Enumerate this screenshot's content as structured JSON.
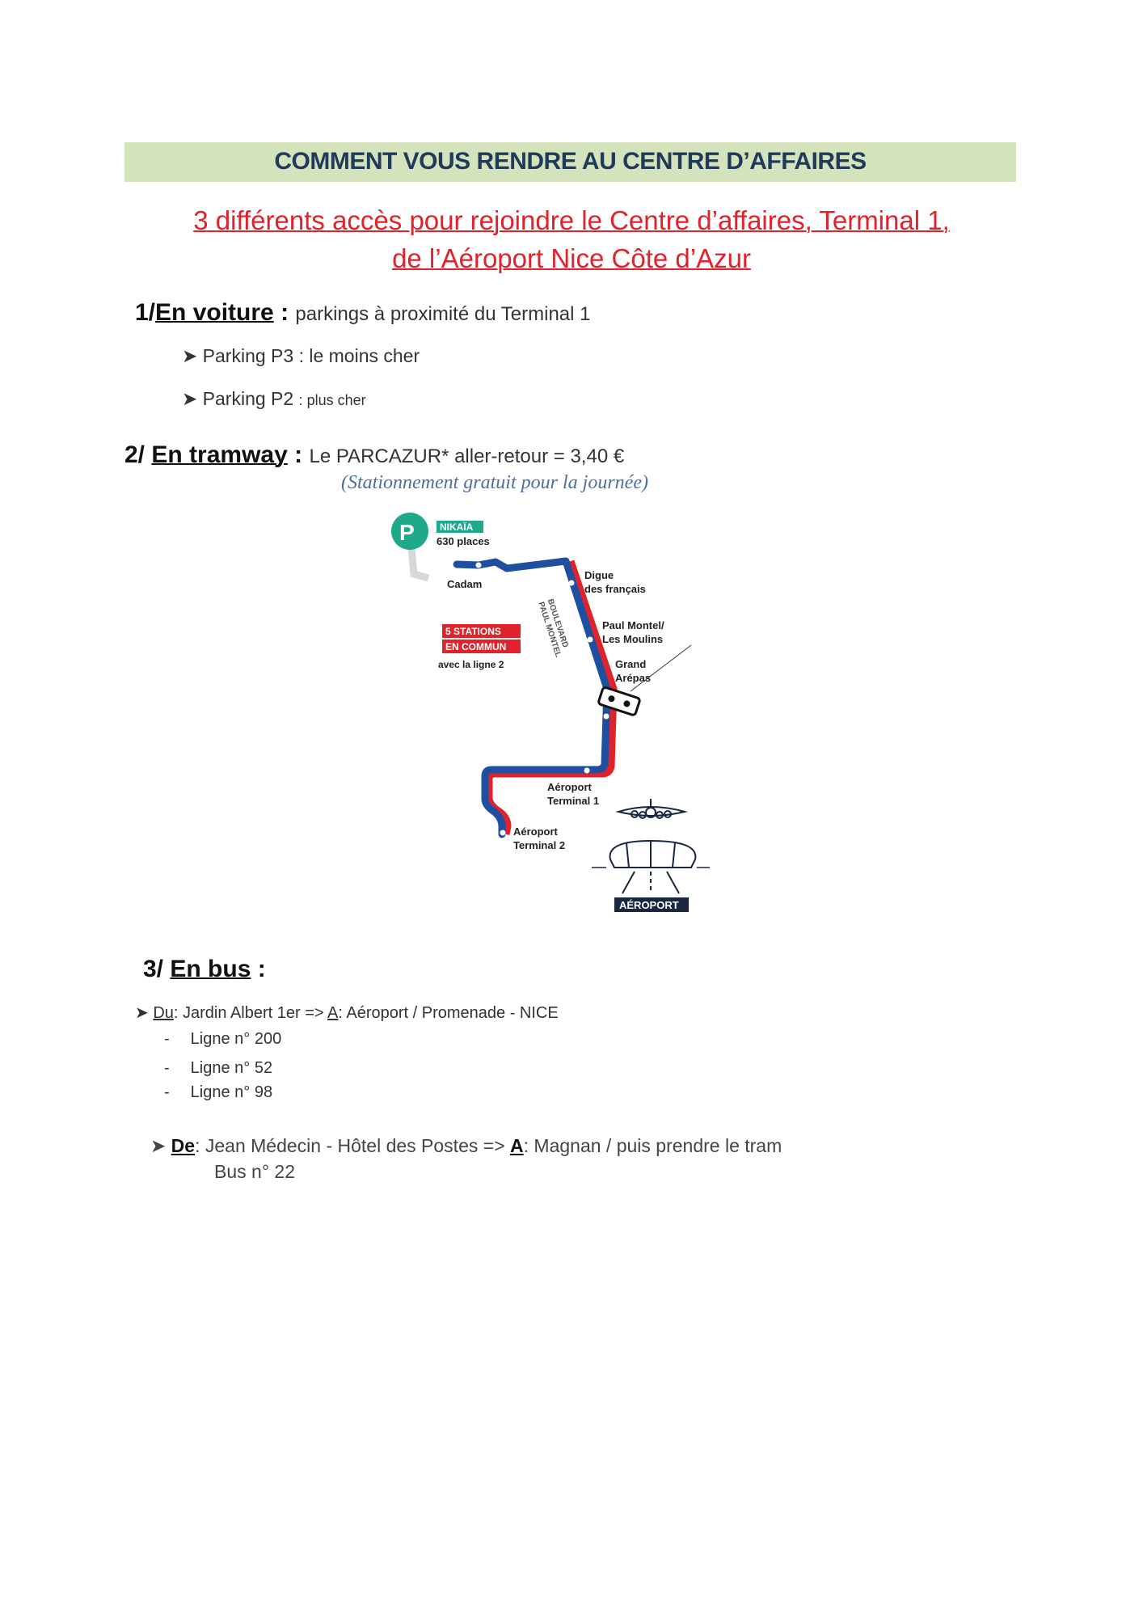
{
  "header": {
    "title": "COMMENT VOUS RENDRE AU CENTRE D’AFFAIRES"
  },
  "subtitle": {
    "line1": "3 différents accès pour rejoindre le Centre d’affaires, Terminal 1,",
    "line2": "de l’Aéroport Nice Côte d’Azur"
  },
  "section1": {
    "number": "1/",
    "title": "En voiture",
    "colon": ":",
    "text": "parkings à proximité du Terminal 1",
    "bullets": [
      {
        "label": "Parking P3 :",
        "detail": "le moins cher"
      },
      {
        "label": "Parking P2",
        "detail": ": plus cher"
      }
    ]
  },
  "section2": {
    "number": "2/",
    "title": "En tramway",
    "colon": ":",
    "text": "Le PARCAZUR* aller-retour = 3,40 €",
    "note": "(Stationnement gratuit pour la journée)",
    "map": {
      "parking_badge": "P",
      "parking_name": "NIKAÏA",
      "parking_places": "630 places",
      "stations": [
        "Cadam",
        "Digue",
        "des français",
        "Paul Montel/",
        "Les Moulins",
        "Grand",
        "Arépas",
        "Aéroport",
        "Terminal 1",
        "Aéroport",
        "Terminal 2"
      ],
      "common_line1": "5 STATIONS",
      "common_line2": "EN COMMUN",
      "common_line3": "avec la ligne 2",
      "street_line1": "BOULEVARD",
      "street_line2": "PAUL MONTEL",
      "airport_label": "AÉROPORT",
      "colors": {
        "blue": "#1f4fa0",
        "red": "#e0222a",
        "green": "#1fa88a",
        "navy": "#1a2540"
      }
    }
  },
  "section3": {
    "number": "3/",
    "title": "En bus",
    "colon": ":",
    "route1": {
      "from_label": "Du",
      "from": ": Jardin Albert 1er  =>",
      "to_label": "A",
      "to": ": Aéroport / Promenade - NICE"
    },
    "lines": [
      {
        "dash": "-",
        "label": "Ligne n° 200"
      },
      {
        "dash": "-",
        "label": "Ligne n° 52"
      },
      {
        "dash": "-",
        "label": "Ligne n° 98"
      }
    ],
    "route2": {
      "from_label": "De",
      "from": ": Jean Médecin - Hôtel des Postes =>",
      "to_label": "A",
      "to": ": Magnan / puis prendre le tram",
      "bus": "Bus n° 22"
    }
  }
}
